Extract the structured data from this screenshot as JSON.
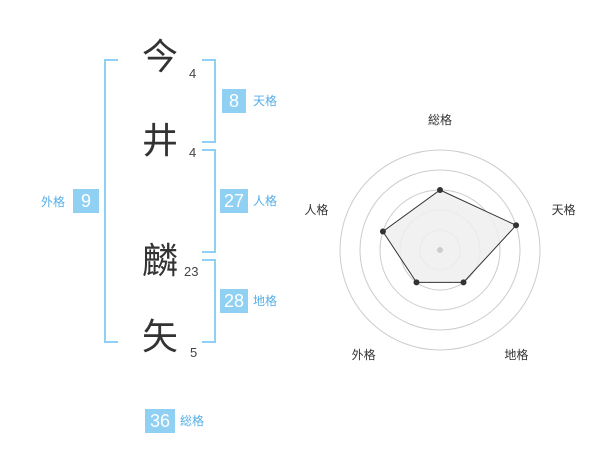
{
  "name": {
    "chars": [
      {
        "char": "今",
        "strokes": "4"
      },
      {
        "char": "井",
        "strokes": "4"
      },
      {
        "char": "麟",
        "strokes": "23"
      },
      {
        "char": "矢",
        "strokes": "5"
      }
    ]
  },
  "kaku": {
    "tenkaku": {
      "value": "8",
      "label": "天格"
    },
    "jinkaku": {
      "value": "27",
      "label": "人格"
    },
    "chikaku": {
      "value": "28",
      "label": "地格"
    },
    "gaikaku": {
      "value": "9",
      "label": "外格"
    },
    "soukaku": {
      "value": "36",
      "label": "総格"
    }
  },
  "chart_data": {
    "type": "radar",
    "axes": [
      "総格",
      "天格",
      "地格",
      "外格",
      "人格"
    ],
    "values": [
      3,
      4,
      2,
      2,
      3
    ],
    "rmax": 5,
    "rings": 5,
    "colors": {
      "ring": "#cccccc",
      "fill": "#eeeeee",
      "line": "#333333",
      "point": "#333333",
      "center": "#cccccc"
    }
  }
}
